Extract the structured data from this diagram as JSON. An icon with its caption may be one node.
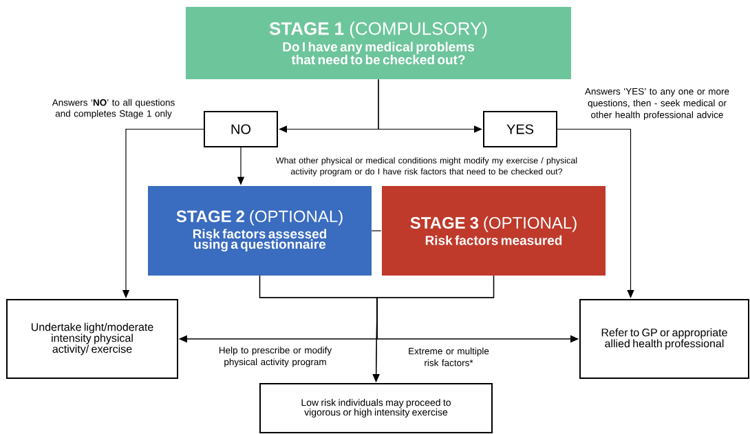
{
  "diagram": {
    "nodes": [
      {
        "text": [
          "**STAGE 1** (COMPULSORY)",
          "Do I have any medical problems that need to be checked out?"
        ]
      },
      {
        "text": [
          "NO"
        ],
        "beside": [
          "Answers ‘**NO**’ to all questions and completes Stage 1 only"
        ]
      },
      {
        "text": [
          "YES"
        ]
      },
      {
        "text": [
          "**STAGE 2** (OPTIONAL)",
          "Risk factors assessed using a questionnaire"
        ]
      },
      {
        "text": [
          "**STAGE 3** (OPTIONAL)",
          "Risk factors measured"
        ]
      },
      {
        "text": [
          "Undertake light/moderate intensity physical activity/ exercise"
        ]
      },
      {
        "text": [
          "Refer to GP or appropriate allied health professional"
        ]
      },
      {
        "text": [
          "Low risk individuals may proceed to vigorous or high intensity exercise"
        ]
      }
    ],
    "edges": [
      {
        "from": 0,
        "to": 1,
        "arrow": "to"
      },
      {
        "from": 0,
        "to": 2,
        "arrow": "to"
      },
      {
        "from": 1,
        "to": 3,
        "arrow": "to"
      },
      {
        "from": 1,
        "to": 5,
        "arrow": "to"
      },
      {
        "from": 2,
        "to": 6,
        "arrow": "to"
      },
      {
        "from": 3,
        "to": 4,
        "arrow": "none"
      },
      {
        "from": 3,
        "to": 5,
        "arrow": "to",
        "label": "Help to prescribe or modify physical activity program"
      },
      {
        "from": 4,
        "to": 5,
        "arrow": "to"
      },
      {
        "from": 3,
        "to": 6,
        "arrow": "to"
      },
      {
        "from": 4,
        "to": 6,
        "arrow": "to",
        "label": "Extreme or multiple risk factors*"
      },
      {
        "from": 3,
        "to": 7,
        "arrow": "to"
      },
      {
        "from": 4,
        "to": 7,
        "arrow": "to"
      }
    ],
    "labels": [
      "Answers ‘YES’ to any one or more questions, then - seek medical or other health professional advice",
      "What other physical or medical conditions might modify my exercise / physical activity program or do I have risk factors that need to be checked out?"
    ]
  }
}
